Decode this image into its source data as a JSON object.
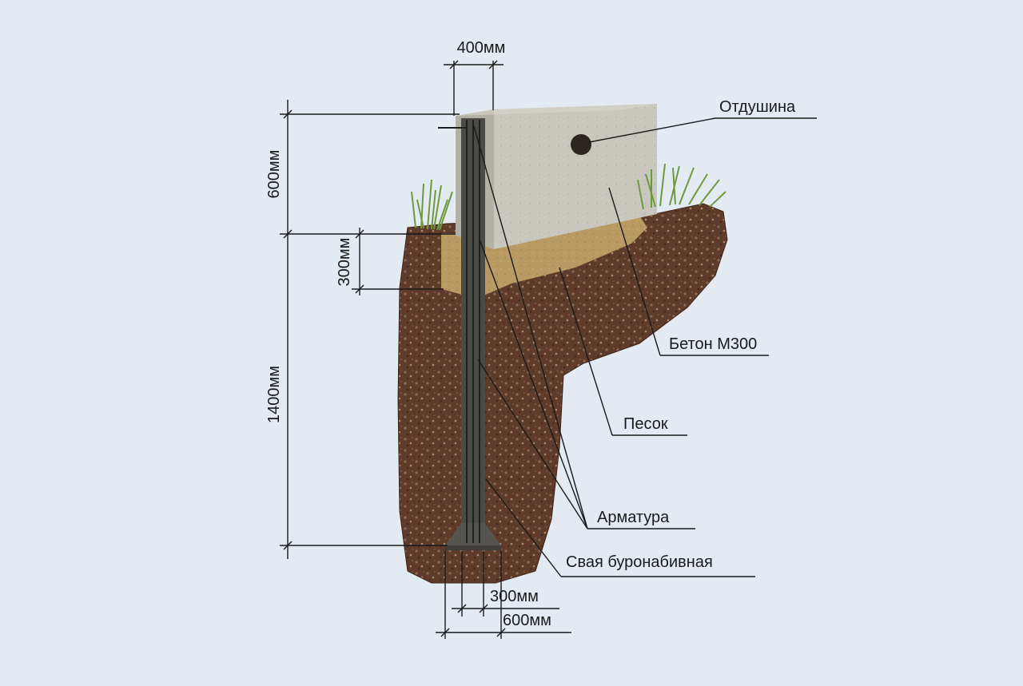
{
  "dimensions": {
    "top_width": "400мм",
    "wall_height": "600мм",
    "sand_depth": "300мм",
    "pile_depth": "1400мм",
    "pile_shaft": "300мм",
    "pile_base": "600мм"
  },
  "callouts": {
    "vent": "Отдушина",
    "concrete": "Бетон М300",
    "sand": "Песок",
    "rebar": "Арматура",
    "pile": "Свая буронабивная"
  },
  "colors": {
    "background": "#e3eaf1",
    "concrete": "#c9c6bd",
    "concrete_side": "#b3b0a6",
    "sand": "#b99a63",
    "soil": "#5e3b2a",
    "grass": "#6e9a3e",
    "pile": "#4a4a47",
    "lines": "#1a1a1a"
  }
}
